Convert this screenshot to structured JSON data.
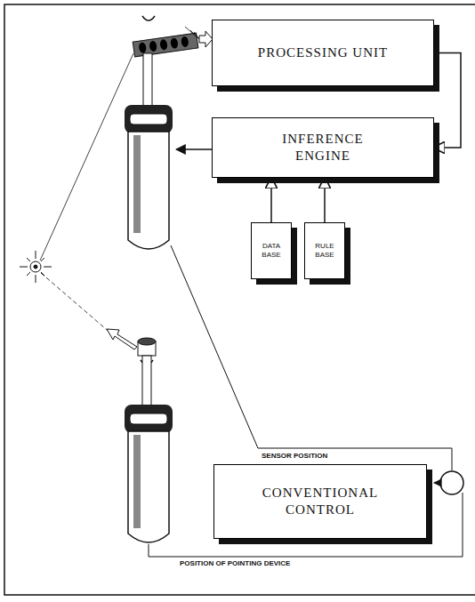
{
  "diagram": {
    "nodes": [
      {
        "text": [
          "PROCESSING UNIT"
        ]
      },
      {
        "text": [
          "INFERENCE ENGINE"
        ]
      },
      {
        "text": [
          "DATA BASE"
        ]
      },
      {
        "text": [
          "RULE BASE"
        ]
      },
      {
        "text": [
          "CONVENTIONAL CONTROL"
        ]
      }
    ],
    "edges": [
      {
        "from": 0,
        "to": 1,
        "arrow": "to"
      },
      {
        "from": 2,
        "to": 1,
        "arrow": "to"
      },
      {
        "from": 3,
        "to": 1,
        "arrow": "to"
      }
    ],
    "labels": [
      "SENSOR POSITION",
      "POSITION OF POINTING DEVICE"
    ]
  }
}
